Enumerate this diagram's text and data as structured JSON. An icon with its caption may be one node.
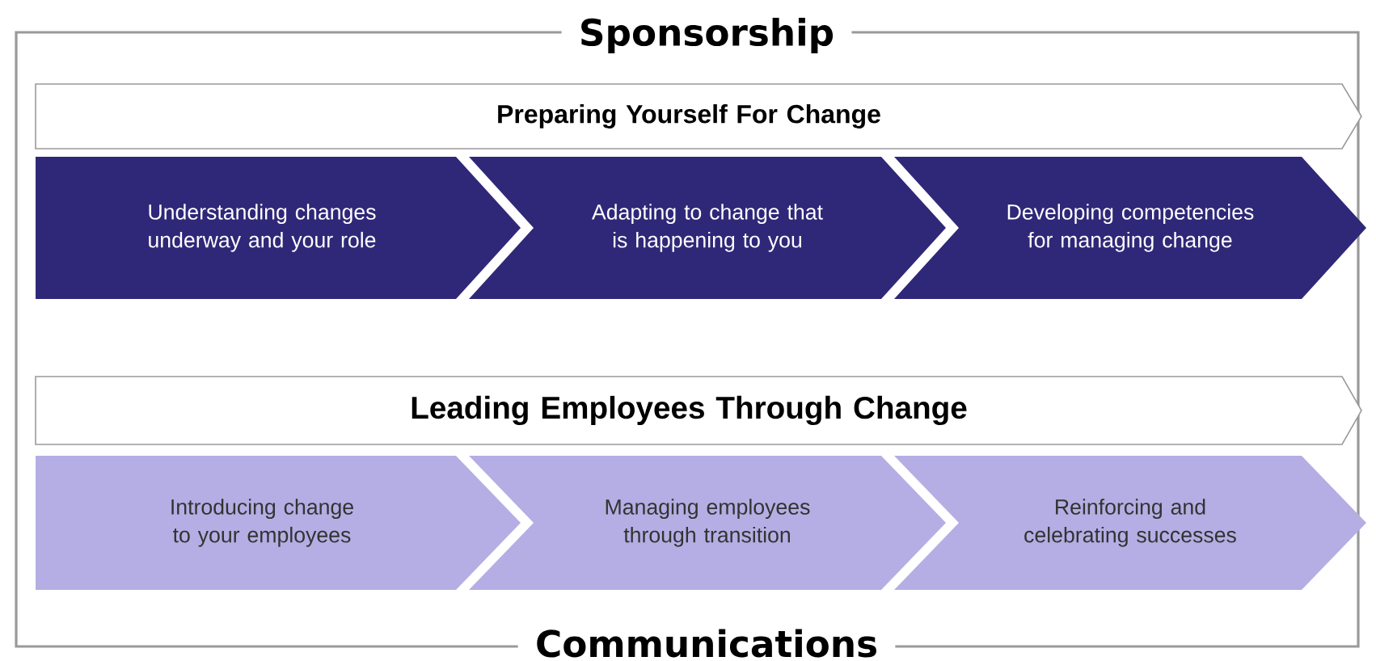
{
  "diagram": {
    "nodes": [
      {
        "text": [
          "Sponsorship",
          "Communications"
        ]
      },
      {
        "text": [
          "Preparing Yourself For Change"
        ],
        "in": 0
      },
      {
        "text": [
          "Understanding changes underway and your role"
        ],
        "in": 0
      },
      {
        "text": [
          "Adapting to change that is happening to you"
        ],
        "in": 0
      },
      {
        "text": [
          "Developing competencies for managing change"
        ],
        "in": 0
      },
      {
        "text": [
          "Leading Employees Through Change"
        ],
        "in": 0
      },
      {
        "text": [
          "Introducing change to your employees"
        ],
        "in": 0
      },
      {
        "text": [
          "Managing employees through transition"
        ],
        "in": 0
      },
      {
        "text": [
          "Reinforcing and celebrating successes"
        ],
        "in": 0
      }
    ]
  }
}
